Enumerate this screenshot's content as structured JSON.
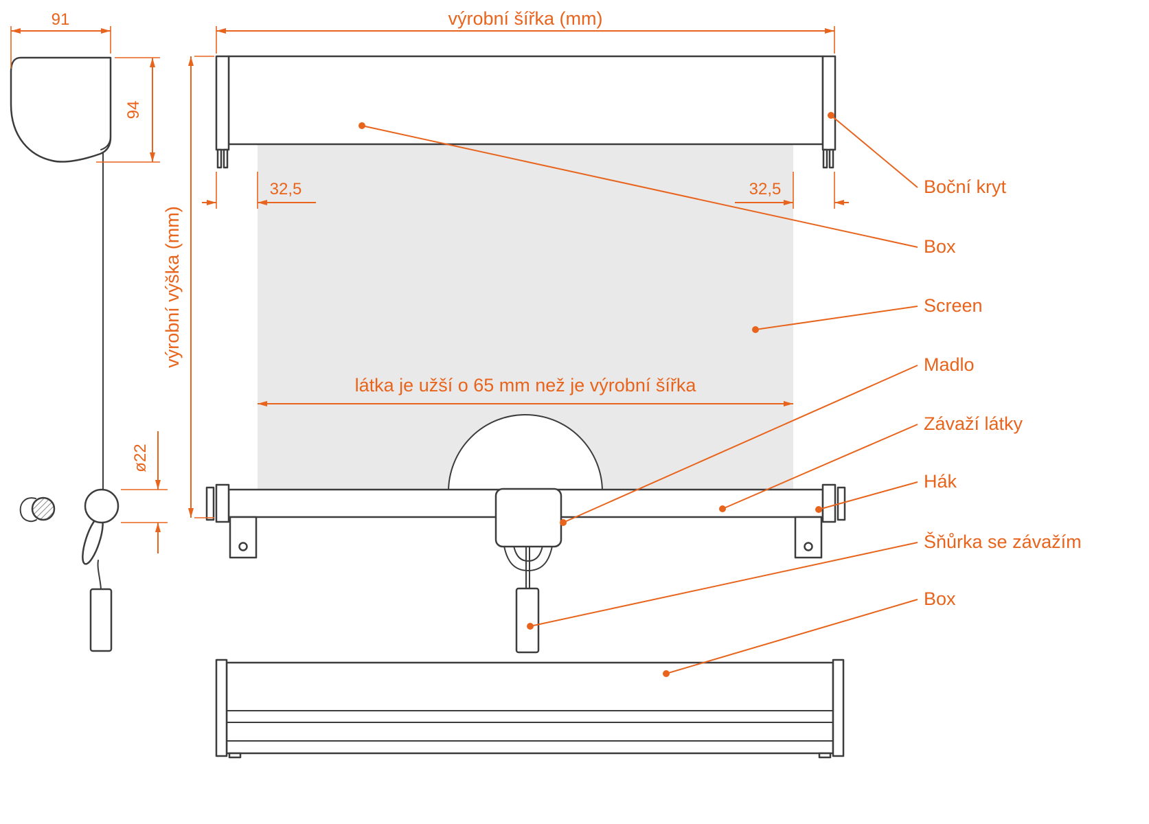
{
  "colors": {
    "accent": "#E8641C",
    "line": "#3C3C3C",
    "fabric": "#E9E9E9"
  },
  "dimensions": {
    "production_width": "výrobní šířka (mm)",
    "production_height": "výrobní výška (mm)",
    "side_width": "91",
    "side_height": "94",
    "offset_left": "32,5",
    "offset_right": "32,5",
    "cord_diameter": "ø22",
    "fabric_width_note": "látka je užší o 65 mm než je výrobní šířka"
  },
  "labels": [
    {
      "id": "bocni-kryt",
      "text": "Boční kryt"
    },
    {
      "id": "box-top",
      "text": "Box"
    },
    {
      "id": "screen",
      "text": "Screen"
    },
    {
      "id": "madlo",
      "text": "Madlo"
    },
    {
      "id": "zavazi-latky",
      "text": "Závaží látky"
    },
    {
      "id": "hak",
      "text": "Hák"
    },
    {
      "id": "snurka-se-zavazim",
      "text": "Šňůrka se závažím"
    },
    {
      "id": "box-bottom",
      "text": "Box"
    }
  ]
}
